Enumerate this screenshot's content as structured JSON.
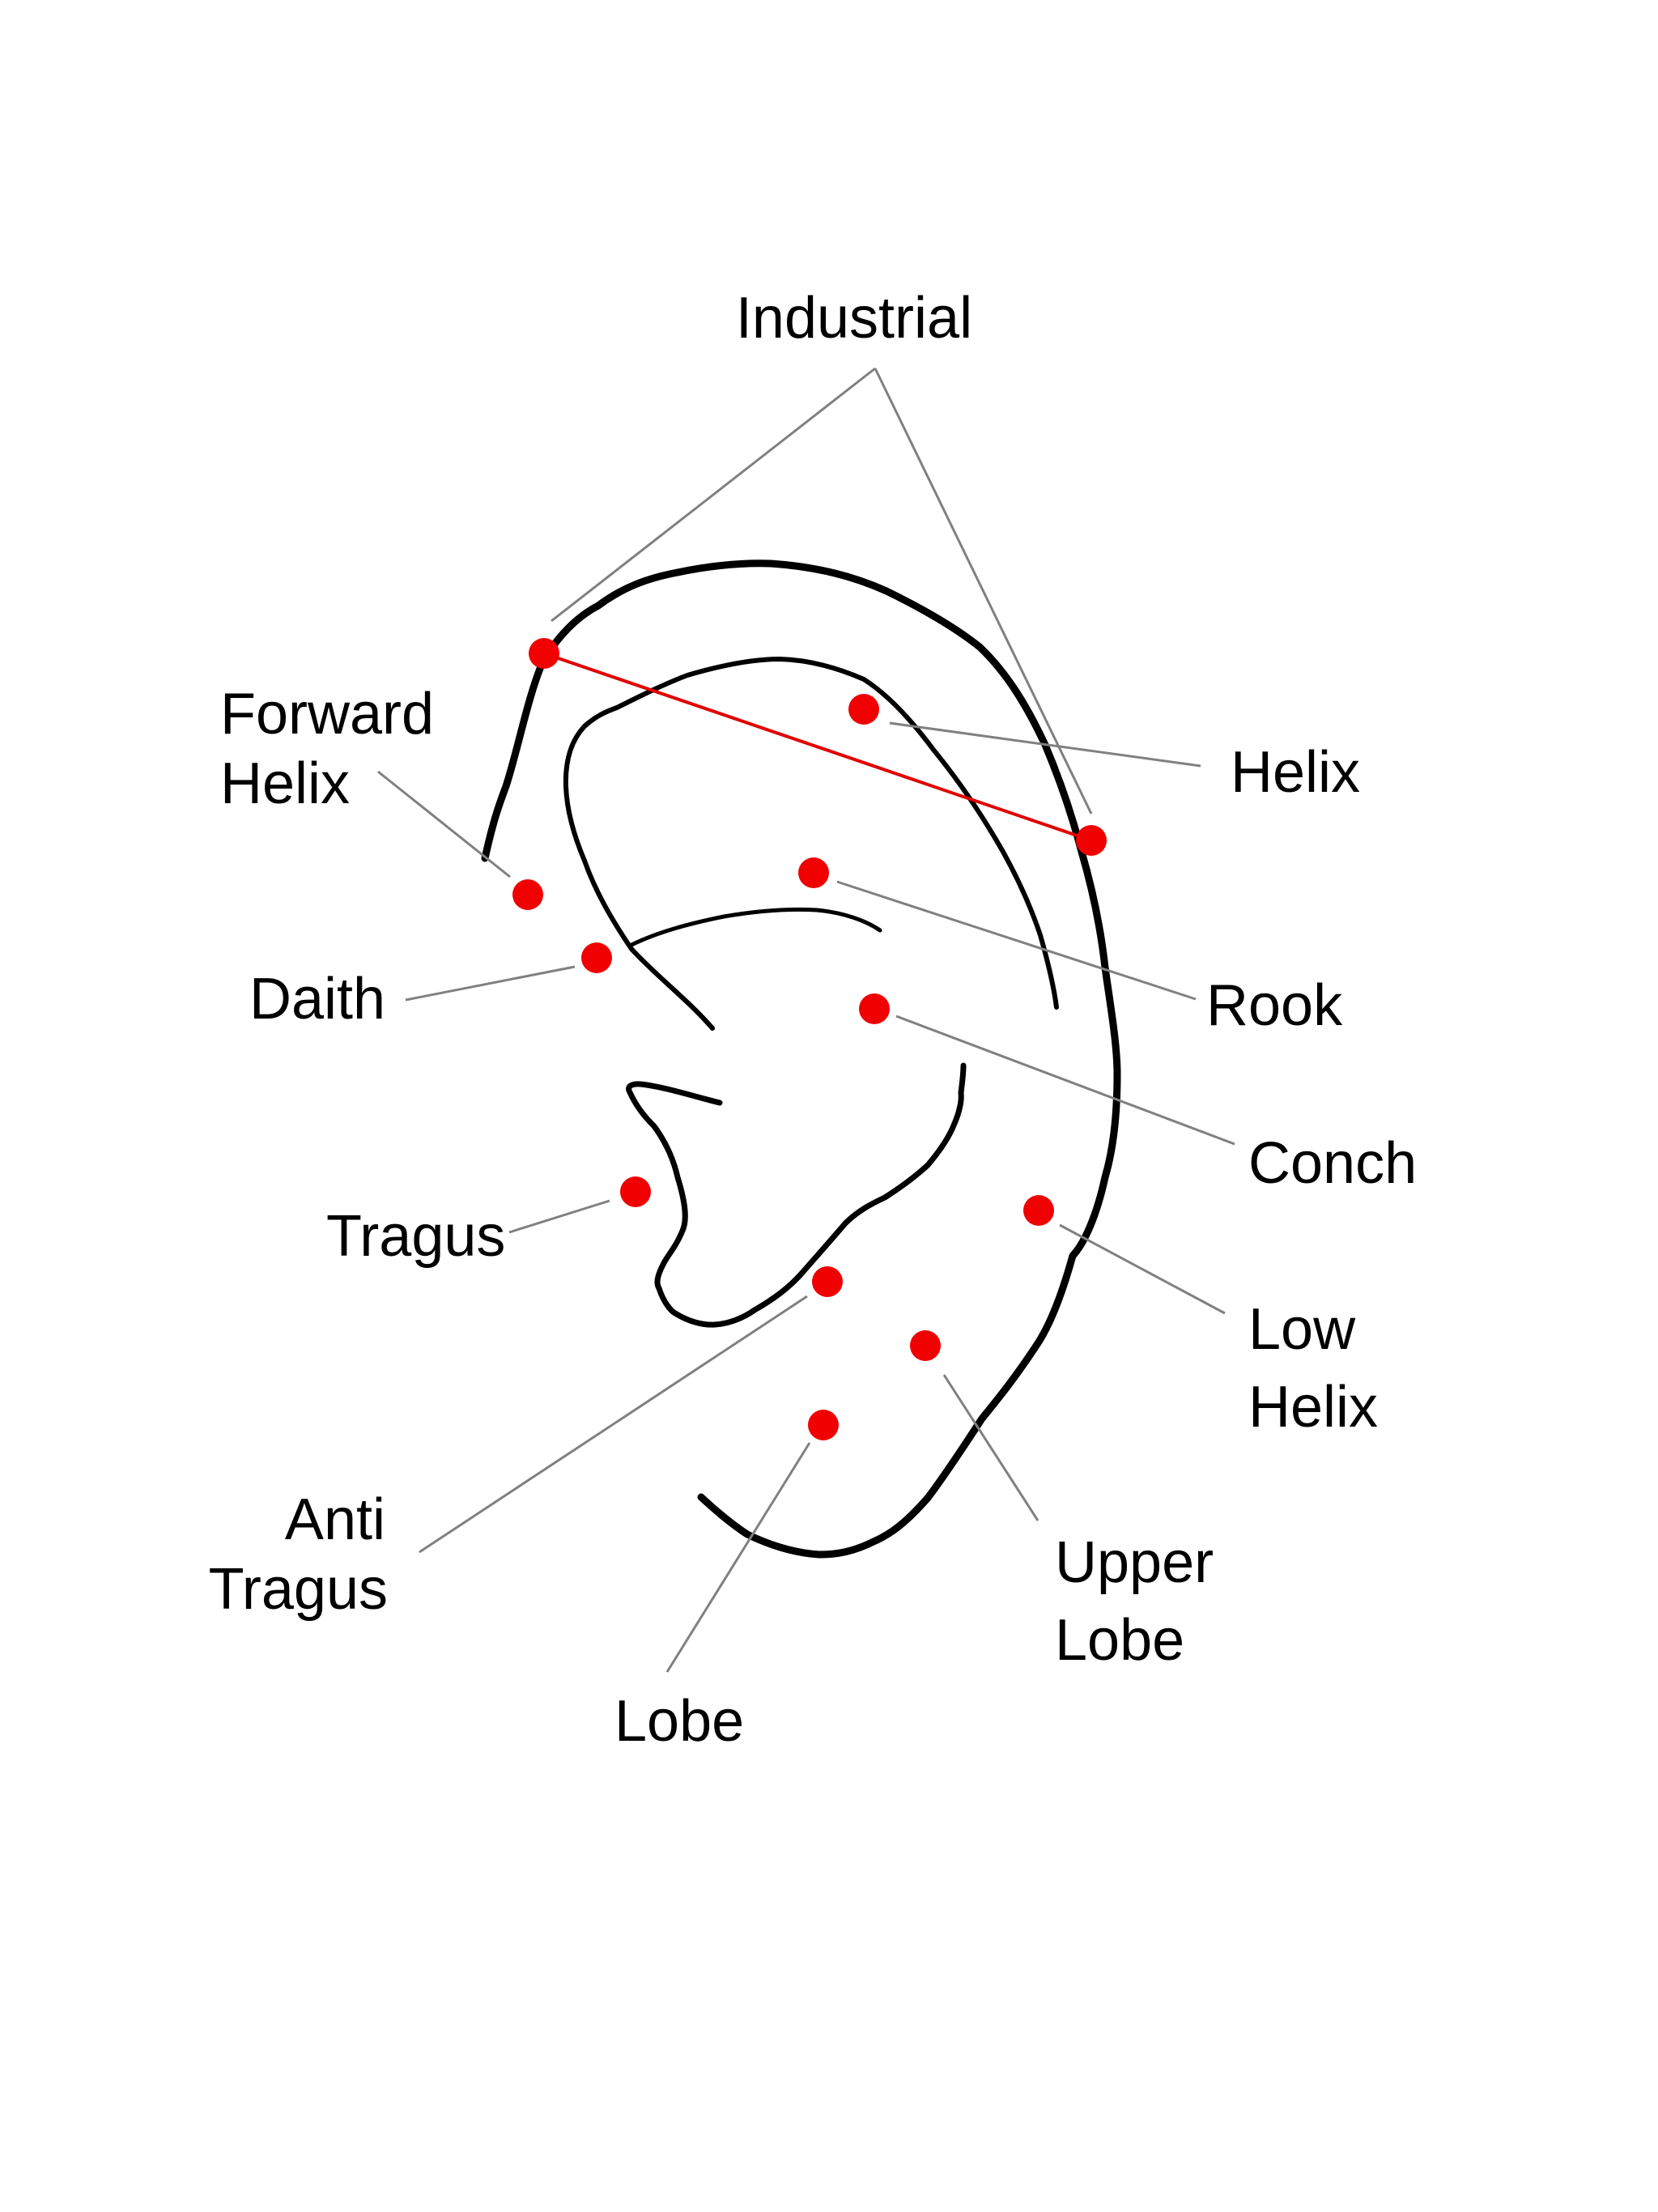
{
  "diagram": {
    "title": "Ear piercing locations",
    "colors": {
      "background": "#ffffff",
      "outline": "#000000",
      "piercing_dot": "#f00000",
      "industrial_bar": "#e00000",
      "leader_line": "#808080"
    },
    "piercings": [
      {
        "id": "industrial",
        "label_lines": [
          "Industrial"
        ],
        "dots": 2,
        "connected_by_bar": true
      },
      {
        "id": "forward-helix",
        "label_lines": [
          "Forward",
          "Helix"
        ],
        "dots": 1
      },
      {
        "id": "helix",
        "label_lines": [
          "Helix"
        ],
        "dots": 1
      },
      {
        "id": "daith",
        "label_lines": [
          "Daith"
        ],
        "dots": 1
      },
      {
        "id": "rook",
        "label_lines": [
          "Rook"
        ],
        "dots": 1
      },
      {
        "id": "conch",
        "label_lines": [
          "Conch"
        ],
        "dots": 1
      },
      {
        "id": "tragus",
        "label_lines": [
          "Tragus"
        ],
        "dots": 1
      },
      {
        "id": "low-helix",
        "label_lines": [
          "Low",
          "Helix"
        ],
        "dots": 1
      },
      {
        "id": "anti-tragus",
        "label_lines": [
          "Anti",
          "Tragus"
        ],
        "dots": 1
      },
      {
        "id": "upper-lobe",
        "label_lines": [
          "Upper",
          "Lobe"
        ],
        "dots": 1
      },
      {
        "id": "lobe",
        "label_lines": [
          "Lobe"
        ],
        "dots": 1
      }
    ]
  }
}
